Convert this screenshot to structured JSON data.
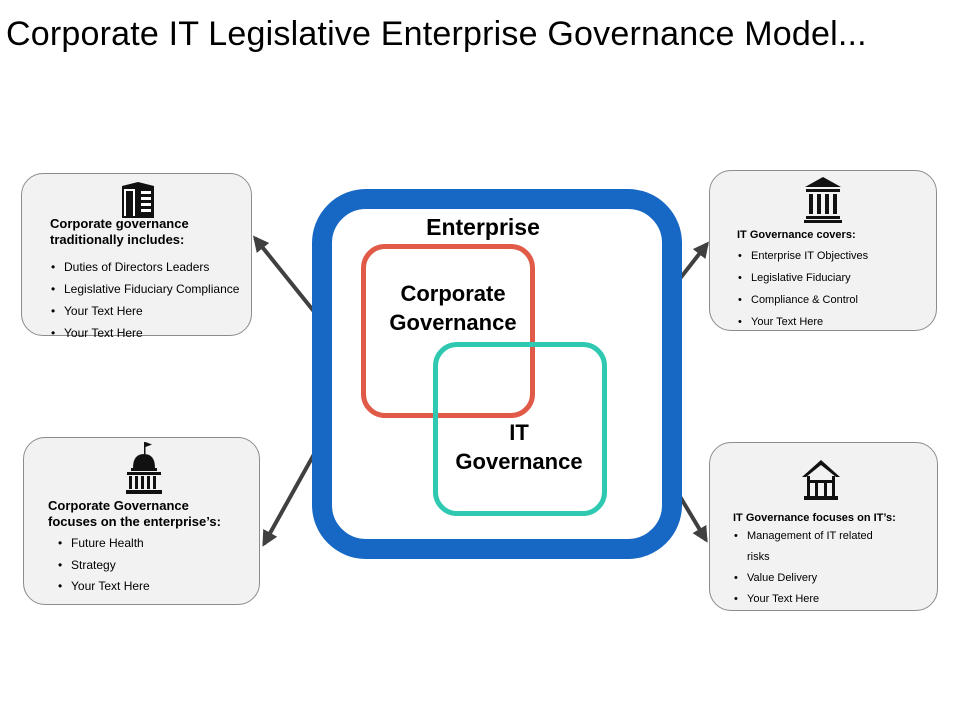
{
  "title": "Corporate IT Legislative Enterprise Governance Model...",
  "center": {
    "enterprise_label": "Enterprise",
    "corporate_line1": "Corporate",
    "corporate_line2": "Governance",
    "it_line1": "IT",
    "it_line2": "Governance"
  },
  "colors": {
    "enterprise_border": "#1768c4",
    "corporate_border": "#e05a47",
    "it_border": "#2fc9b1",
    "arrow": "#404040",
    "card_fill": "#f2f2f2",
    "card_border": "#8c8c8c"
  },
  "cards": {
    "top_left": {
      "icon": "office-building-icon",
      "heading_line1": "Corporate governance",
      "heading_line2": "traditionally includes:",
      "items": [
        "Duties of Directors Leaders",
        "Legislative Fiduciary Compliance",
        "Your Text Here",
        "Your Text Here"
      ]
    },
    "bottom_left": {
      "icon": "capitol-building-icon",
      "heading_line1": "Corporate Governance",
      "heading_line2": "focuses on the enterprise’s:",
      "items": [
        "Future Health",
        "Strategy",
        "Your Text Here"
      ]
    },
    "top_right": {
      "icon": "bank-columns-icon",
      "heading_line1": "IT Governance  covers:",
      "items": [
        "Enterprise IT Objectives",
        "Legislative Fiduciary",
        "Compliance & Control",
        "Your Text Here"
      ]
    },
    "bottom_right": {
      "icon": "house-icon",
      "heading_line1": "IT Governance focuses on IT’s:",
      "items": [
        "Management of IT related",
        "risks",
        "Value Delivery",
        "Your Text Here"
      ]
    }
  }
}
